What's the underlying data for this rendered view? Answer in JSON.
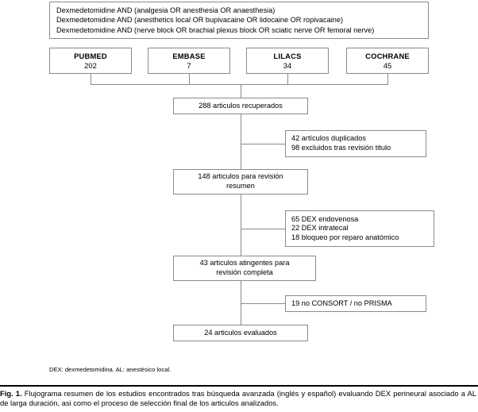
{
  "figure": {
    "query_lines": [
      "Dexmedetomidine AND (analgesia OR anesthesia OR anaesthesia)",
      "Dexmedetomidine AND (anesthetics local OR bupivacaine OR lidocaine OR ropivacaine)",
      "Dexmedetomidine AND (nerve block OR brachial plexus block OR sciatic nerve OR femoral nerve)"
    ],
    "databases": [
      {
        "name": "PUBMED",
        "count": "202"
      },
      {
        "name": "EMBASE",
        "count": "7"
      },
      {
        "name": "LILACS",
        "count": "34"
      },
      {
        "name": "COCHRANE",
        "count": "45"
      }
    ],
    "stages": {
      "retrieved": {
        "lines": [
          "288 articulos recuperados"
        ]
      },
      "abstract_review": {
        "lines": [
          "148 articulos para revisión",
          "resumen"
        ]
      },
      "full_review": {
        "lines": [
          "43 articulos atingentes para",
          "revisión completa"
        ]
      },
      "evaluated": {
        "lines": [
          "24 articulos evaluados"
        ]
      }
    },
    "exclusions": {
      "first": {
        "lines": [
          "42 artículos duplicados",
          "98 excluidos tras revisión titulo"
        ]
      },
      "second": {
        "lines": [
          "65 DEX endovenosa",
          "22 DEX intratecal",
          "18 bloqueo por reparo anatómico"
        ]
      },
      "third": {
        "lines": [
          "19 no CONSORT / no PRISMA"
        ]
      }
    },
    "footnote": "DEX: dexmedetomidina. AL: anestésico local.",
    "caption": {
      "label": "Fig. 1.",
      "text": " Flujograma resumen de los estudios encontrados tras búsqueda avanzada (inglés y español) evaluando DEX perineural asociado a AL de larga duración, asi como el proceso de selección final de los articulos analizados."
    },
    "colors": {
      "border": "#8a8a8a",
      "text": "#000000",
      "background": "#ffffff",
      "rule": "#000000"
    }
  }
}
